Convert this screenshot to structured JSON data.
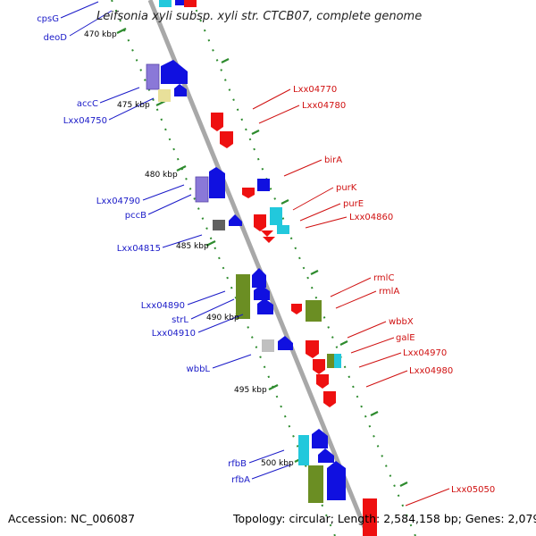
{
  "title": "Leifsonia xyli subsp. xyli str. CTCB07, complete genome",
  "footer": {
    "accession": "Accession: NC_006087",
    "summary": "Topology: circular; Length: 2,584,158 bp; Genes: 2,079"
  },
  "kbp_labels": [
    "470 kbp",
    "475 kbp",
    "480 kbp",
    "485 kbp",
    "490 kbp",
    "495 kbp",
    "500 kbp"
  ],
  "left_labels": [
    "cpsG",
    "deoD",
    "accC",
    "Lxx04750",
    "Lxx04790",
    "pccB",
    "Lxx04815",
    "Lxx04890",
    "strL",
    "Lxx04910",
    "wbbL",
    "rfbB",
    "rfbA"
  ],
  "right_labels": [
    "Lxx04770",
    "Lxx04780",
    "birA",
    "purK",
    "purE",
    "Lxx04860",
    "rmlC",
    "rmlA",
    "wbbX",
    "galE",
    "Lxx04970",
    "Lxx04980",
    "Lxx05050"
  ],
  "colors": {
    "backbone": "#a8a8a8",
    "tick": "#2e8b2e",
    "gene_blue": "#1010e0",
    "gene_red": "#ee1010",
    "gene_purple": "#8a78d8",
    "gene_olive": "#6b8e23",
    "gene_cyan": "#22c8dc",
    "gene_gray": "#808080",
    "gene_yellow": "#e8e09a",
    "label_blue": "#1a1ac8",
    "label_red": "#d01010"
  }
}
